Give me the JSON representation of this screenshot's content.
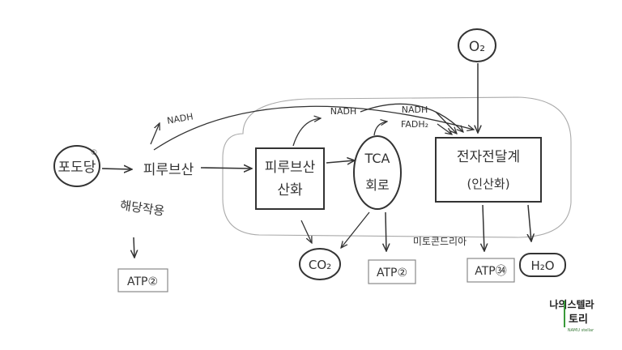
{
  "nodes": {
    "glucose": "포도당",
    "glucose_mark": "①",
    "pyruvate": "피루브산",
    "pyruvate_oxidation_line1": "피루브산",
    "pyruvate_oxidation_line2": "산화",
    "tca_line1": "TCA",
    "tca_line2": "회로",
    "etc_line1": "전자전달계",
    "etc_line2": "(인산화)",
    "oxygen": "O₂",
    "co2": "CO₂",
    "water": "H₂O"
  },
  "labels": {
    "glycolysis": "해당작용",
    "mitochondria": "미토콘드리아",
    "nadh_top": "NADH",
    "nadh_middle": "NADH",
    "nadh_right": "NADH",
    "fadh2": "FADH₂"
  },
  "atp": {
    "glycolysis": "ATP②",
    "tca": "ATP②",
    "etc": "ATP㉞"
  },
  "logo": {
    "line1": "나의스텔라",
    "line2": "토리",
    "caption": "NAMU stellar"
  },
  "colors": {
    "ink": "#333333",
    "mito_outline": "#aaaaaa",
    "atp_box": "#888888"
  }
}
